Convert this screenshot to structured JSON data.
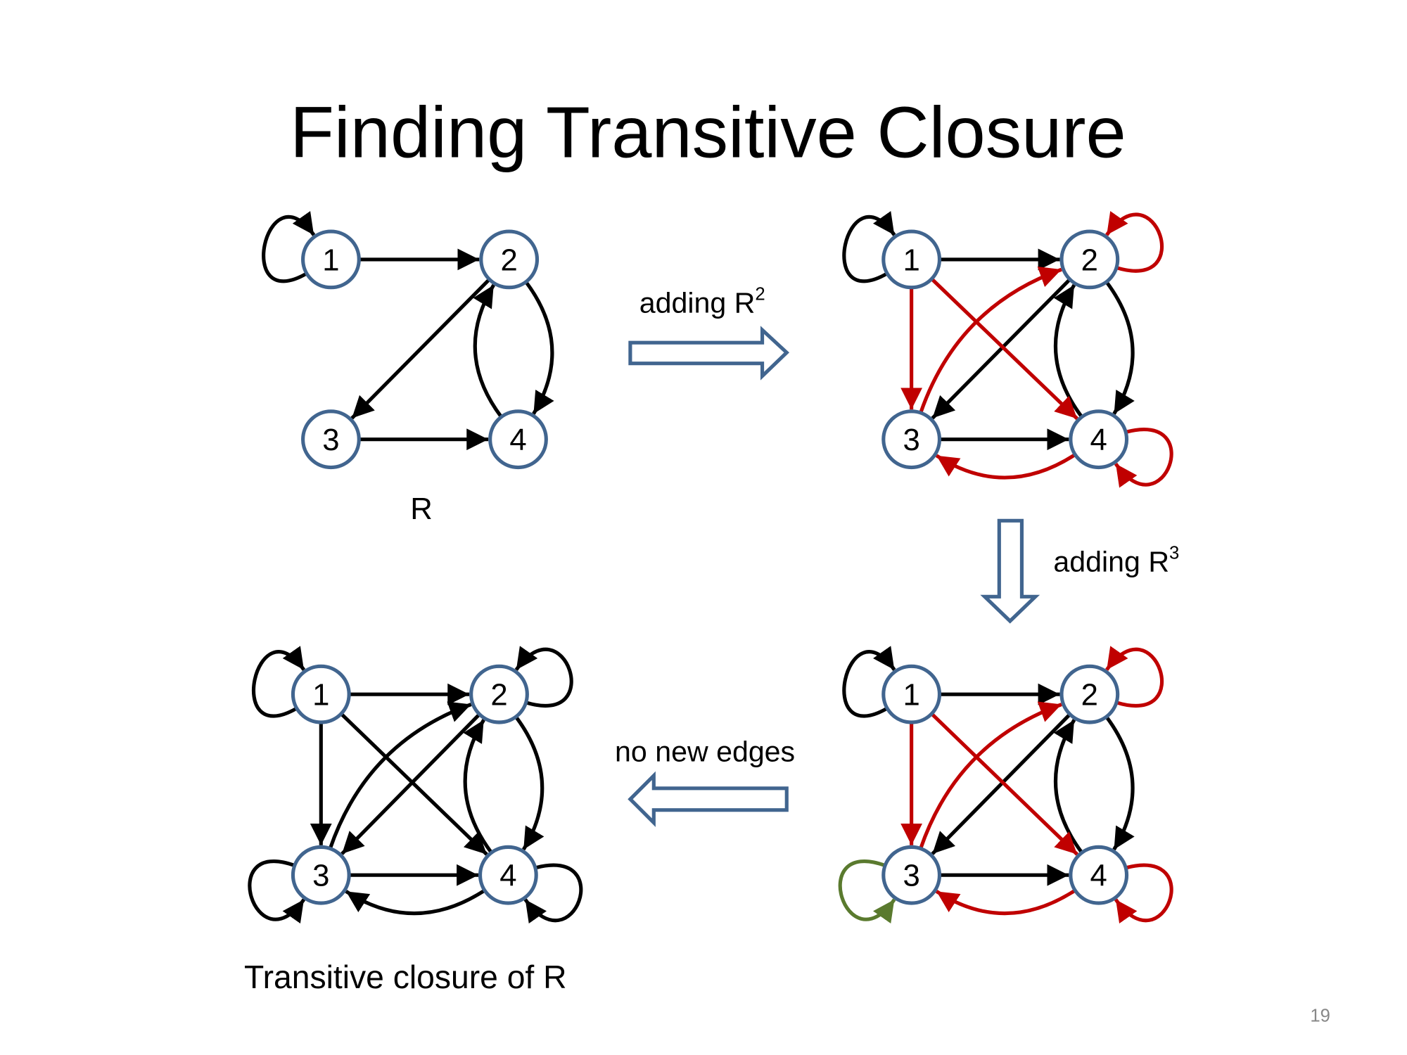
{
  "title": "Finding Transitive Closure",
  "labels": {
    "r": "R",
    "adding_r2": "adding R",
    "adding_r2_sup": "2",
    "adding_r3": "adding R",
    "adding_r3_sup": "3",
    "no_new_edges": "no new edges",
    "closure": "Transitive closure of R"
  },
  "page_number": "19",
  "colors": {
    "node_stroke": "#41658f",
    "original_edge": "#000000",
    "r2_edge": "#c00000",
    "r3_edge": "#5a7a2e",
    "arrow_outline": "#41658f"
  },
  "graphs": [
    {
      "id": "R",
      "nodes": [
        "1",
        "2",
        "3",
        "4"
      ],
      "edges": [
        {
          "from": "1",
          "to": "1",
          "color": "original_edge"
        },
        {
          "from": "1",
          "to": "2",
          "color": "original_edge"
        },
        {
          "from": "2",
          "to": "3",
          "color": "original_edge"
        },
        {
          "from": "2",
          "to": "4",
          "color": "original_edge",
          "curved": true
        },
        {
          "from": "4",
          "to": "2",
          "color": "original_edge",
          "curved": true
        },
        {
          "from": "3",
          "to": "4",
          "color": "original_edge"
        }
      ]
    },
    {
      "id": "R_plus_R2",
      "nodes": [
        "1",
        "2",
        "3",
        "4"
      ],
      "edges": [
        {
          "from": "1",
          "to": "1",
          "color": "original_edge"
        },
        {
          "from": "1",
          "to": "2",
          "color": "original_edge"
        },
        {
          "from": "2",
          "to": "3",
          "color": "original_edge"
        },
        {
          "from": "2",
          "to": "4",
          "color": "original_edge",
          "curved": true
        },
        {
          "from": "4",
          "to": "2",
          "color": "original_edge",
          "curved": true
        },
        {
          "from": "3",
          "to": "4",
          "color": "original_edge"
        },
        {
          "from": "1",
          "to": "3",
          "color": "r2_edge"
        },
        {
          "from": "1",
          "to": "4",
          "color": "r2_edge"
        },
        {
          "from": "3",
          "to": "2",
          "color": "r2_edge",
          "curved": true
        },
        {
          "from": "2",
          "to": "2",
          "color": "r2_edge"
        },
        {
          "from": "4",
          "to": "3",
          "color": "r2_edge",
          "curved": true
        },
        {
          "from": "4",
          "to": "4",
          "color": "r2_edge"
        }
      ]
    },
    {
      "id": "R_plus_R2_R3",
      "nodes": [
        "1",
        "2",
        "3",
        "4"
      ],
      "edges": [
        {
          "from": "1",
          "to": "1",
          "color": "original_edge"
        },
        {
          "from": "1",
          "to": "2",
          "color": "original_edge"
        },
        {
          "from": "2",
          "to": "3",
          "color": "original_edge"
        },
        {
          "from": "2",
          "to": "4",
          "color": "original_edge",
          "curved": true
        },
        {
          "from": "4",
          "to": "2",
          "color": "original_edge",
          "curved": true
        },
        {
          "from": "3",
          "to": "4",
          "color": "original_edge"
        },
        {
          "from": "1",
          "to": "3",
          "color": "r2_edge"
        },
        {
          "from": "1",
          "to": "4",
          "color": "r2_edge"
        },
        {
          "from": "3",
          "to": "2",
          "color": "r2_edge",
          "curved": true
        },
        {
          "from": "2",
          "to": "2",
          "color": "r2_edge"
        },
        {
          "from": "4",
          "to": "3",
          "color": "r2_edge",
          "curved": true
        },
        {
          "from": "4",
          "to": "4",
          "color": "r2_edge"
        },
        {
          "from": "3",
          "to": "3",
          "color": "r3_edge"
        }
      ]
    },
    {
      "id": "closure",
      "nodes": [
        "1",
        "2",
        "3",
        "4"
      ],
      "edges": [
        {
          "from": "1",
          "to": "1",
          "color": "original_edge"
        },
        {
          "from": "1",
          "to": "2",
          "color": "original_edge"
        },
        {
          "from": "2",
          "to": "3",
          "color": "original_edge"
        },
        {
          "from": "2",
          "to": "4",
          "color": "original_edge",
          "curved": true
        },
        {
          "from": "4",
          "to": "2",
          "color": "original_edge",
          "curved": true
        },
        {
          "from": "3",
          "to": "4",
          "color": "original_edge"
        },
        {
          "from": "1",
          "to": "3",
          "color": "original_edge"
        },
        {
          "from": "1",
          "to": "4",
          "color": "original_edge"
        },
        {
          "from": "3",
          "to": "2",
          "color": "original_edge",
          "curved": true
        },
        {
          "from": "2",
          "to": "2",
          "color": "original_edge"
        },
        {
          "from": "4",
          "to": "3",
          "color": "original_edge",
          "curved": true
        },
        {
          "from": "4",
          "to": "4",
          "color": "original_edge"
        },
        {
          "from": "3",
          "to": "3",
          "color": "original_edge"
        }
      ]
    }
  ]
}
